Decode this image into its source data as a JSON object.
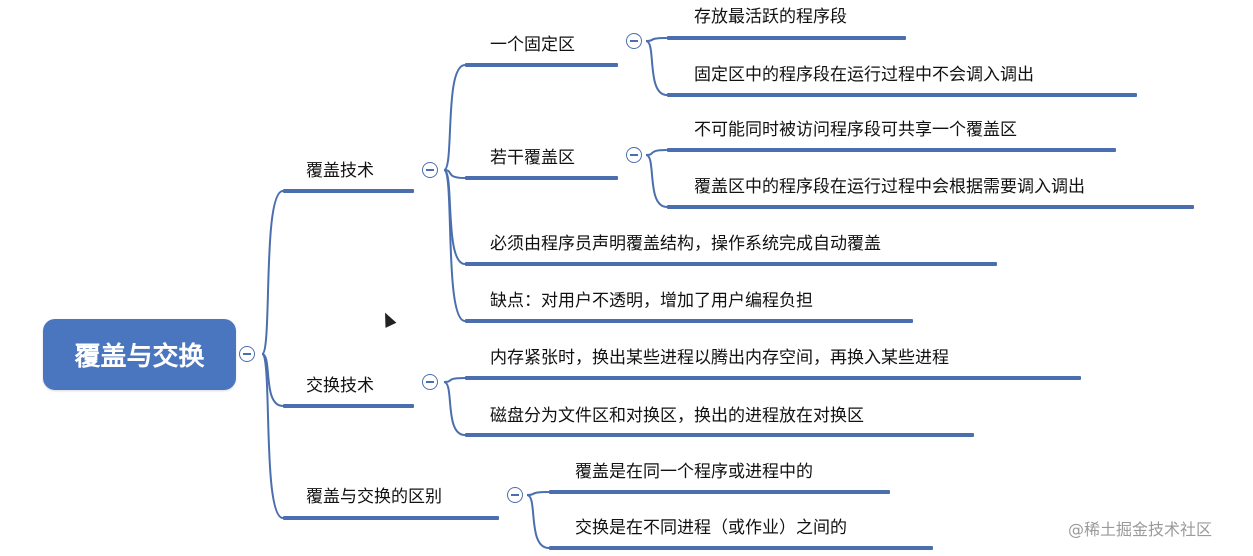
{
  "root": {
    "label": "覆盖与交换"
  },
  "branches": [
    {
      "label": "覆盖技术",
      "children": [
        {
          "label": "一个固定区",
          "children": [
            "存放最活跃的程序段",
            "固定区中的程序段在运行过程中不会调入调出"
          ]
        },
        {
          "label": "若干覆盖区",
          "children": [
            "不可能同时被访问程序段可共享一个覆盖区",
            "覆盖区中的程序段在运行过程中会根据需要调入调出"
          ]
        },
        {
          "label": "必须由程序员声明覆盖结构，操作系统完成自动覆盖"
        },
        {
          "label": "缺点：对用户不透明，增加了用户编程负担"
        }
      ]
    },
    {
      "label": "交换技术",
      "children": [
        {
          "label": "内存紧张时，换出某些进程以腾出内存空间，再换入某些进程"
        },
        {
          "label": "磁盘分为文件区和对换区，换出的进程放在对换区"
        }
      ]
    },
    {
      "label": "覆盖与交换的区别",
      "children": [
        {
          "label": "覆盖是在同一个程序或进程中的"
        },
        {
          "label": "交换是在不同进程（或作业）之间的"
        }
      ]
    }
  ],
  "watermark": "@稀土掘金技术社区",
  "colors": {
    "root_fill": "#4a76c0",
    "line": "#4b6fae"
  }
}
